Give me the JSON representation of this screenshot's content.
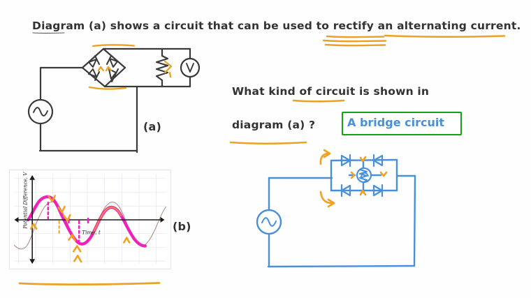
{
  "page": {
    "background_color": "#fefefe",
    "ink_color": "#333333",
    "highlight_color": "#e8a227",
    "answer_color": "#4a90d9",
    "box_color": "#16a016",
    "curve_color": "#ee22bb",
    "faint_curve_color": "#9b7a72"
  },
  "prompt": {
    "text": "Diagram (a) shows a circuit that can be used to rectify an alternating current.",
    "underlined_words": [
      "Diagram",
      "rectify",
      "alternating current"
    ]
  },
  "question": {
    "line1": "What kind of circuit is shown in",
    "line2": "diagram (a) ?",
    "underlined_words": [
      "circuit",
      "diagram (a)"
    ]
  },
  "answer": {
    "text": "A bridge circuit",
    "boxed": true
  },
  "figures": {
    "diagram_a_label": "(a)",
    "diagram_b_label": "(b)"
  },
  "circuit_a": {
    "components": [
      {
        "name": "ac-source",
        "symbol": "~"
      },
      {
        "name": "diode-1",
        "symbol": "diode"
      },
      {
        "name": "diode-2",
        "symbol": "diode"
      },
      {
        "name": "diode-3",
        "symbol": "diode"
      },
      {
        "name": "diode-4",
        "symbol": "diode"
      },
      {
        "name": "resistor",
        "symbol": "zigzag"
      },
      {
        "name": "voltmeter",
        "symbol": "V"
      }
    ],
    "voltmeter_label": "V"
  },
  "circuit_blue": {
    "components": [
      {
        "name": "ac-source",
        "symbol": "~"
      },
      {
        "name": "diode-top-left",
        "symbol": "diode"
      },
      {
        "name": "diode-top-right",
        "symbol": "diode"
      },
      {
        "name": "diode-bottom-left",
        "symbol": "diode"
      },
      {
        "name": "diode-bottom-right",
        "symbol": "diode"
      },
      {
        "name": "resistor",
        "symbol": "zigzag"
      },
      {
        "name": "meter",
        "symbol": "meter"
      }
    ]
  },
  "chart_data": {
    "type": "line",
    "title": "",
    "xlabel": "Time, t",
    "ylabel": "Potential Difference, V",
    "grid": true,
    "legend": "none",
    "xlim": [
      0,
      9.2
    ],
    "ylim": [
      -1.25,
      1.25
    ],
    "series": [
      {
        "name": "alternating-voltage",
        "color": "#9b7a72",
        "description": "faint printed sine wave",
        "x": [
          0.0,
          0.25,
          0.5,
          0.75,
          1.0,
          1.25,
          1.5,
          1.75,
          2.0,
          2.25,
          2.5,
          2.75,
          3.0,
          3.25,
          3.5,
          3.75,
          4.0,
          4.25,
          4.5,
          4.75,
          5.0,
          5.25,
          5.5,
          5.75,
          6.0,
          6.25,
          6.5,
          6.75,
          7.0,
          7.25,
          7.5,
          7.75,
          8.0,
          8.25,
          8.5,
          8.75,
          9.0
        ],
        "y": [
          -0.71,
          -0.38,
          0.0,
          0.38,
          0.71,
          0.92,
          1.0,
          0.92,
          0.71,
          0.38,
          0.0,
          -0.38,
          -0.71,
          -0.92,
          -1.0,
          -0.92,
          -0.71,
          -0.38,
          0.0,
          0.38,
          0.71,
          0.92,
          1.0,
          0.92,
          0.71,
          0.38,
          0.0,
          -0.38,
          -0.71,
          -0.92,
          -1.0,
          -0.92,
          -0.71,
          -0.38,
          0.0,
          0.38,
          0.71
        ]
      },
      {
        "name": "annotated-trace",
        "color": "#ee22bb",
        "description": "hand-traced magenta highlight over one full cycle",
        "x": [
          0.5,
          0.75,
          1.0,
          1.25,
          1.5,
          1.75,
          2.0,
          2.25,
          2.5,
          2.75,
          3.0,
          3.25,
          3.5,
          3.75,
          4.0,
          4.25,
          4.5,
          4.75,
          5.0,
          5.25,
          5.5,
          5.75,
          6.0,
          6.25,
          6.5,
          6.75,
          7.0,
          7.25,
          7.5
        ],
        "y": [
          0.0,
          0.38,
          0.71,
          0.92,
          1.0,
          0.92,
          0.71,
          0.38,
          0.0,
          -0.38,
          -0.71,
          -0.92,
          -1.0,
          -0.92,
          -0.71,
          -0.38,
          0.0,
          0.38,
          0.71,
          0.92,
          1.0,
          0.92,
          0.71,
          0.38,
          0.0,
          -0.38,
          -0.71,
          -0.92,
          -1.0
        ]
      }
    ],
    "annotations": [
      {
        "name": "positive-peak-marker",
        "x": 1.5,
        "y": 1.0,
        "color": "#ee22bb",
        "style": "dashed-vertical"
      },
      {
        "name": "negative-peak-marker",
        "x": 3.5,
        "y": -1.0,
        "color": "#ee22bb",
        "style": "dashed-vertical"
      },
      {
        "name": "orange-check-1",
        "x": 1.8,
        "y": 1.05,
        "color": "#e8a227"
      },
      {
        "name": "orange-check-2",
        "x": 2.3,
        "y": 0.72,
        "color": "#e8a227"
      },
      {
        "name": "orange-check-3",
        "x": 2.55,
        "y": 0.35,
        "color": "#e8a227"
      },
      {
        "name": "orange-check-4",
        "x": 0.65,
        "y": -0.28,
        "color": "#e8a227"
      },
      {
        "name": "orange-check-5",
        "x": 2.9,
        "y": -0.65,
        "color": "#e8a227"
      },
      {
        "name": "orange-check-6",
        "x": 3.4,
        "y": -1.15,
        "color": "#e8a227"
      },
      {
        "name": "orange-check-7",
        "x": 3.4,
        "y": -1.45,
        "color": "#e8a227"
      },
      {
        "name": "orange-check-8",
        "x": 6.6,
        "y": -0.72,
        "color": "#e8a227"
      }
    ]
  }
}
